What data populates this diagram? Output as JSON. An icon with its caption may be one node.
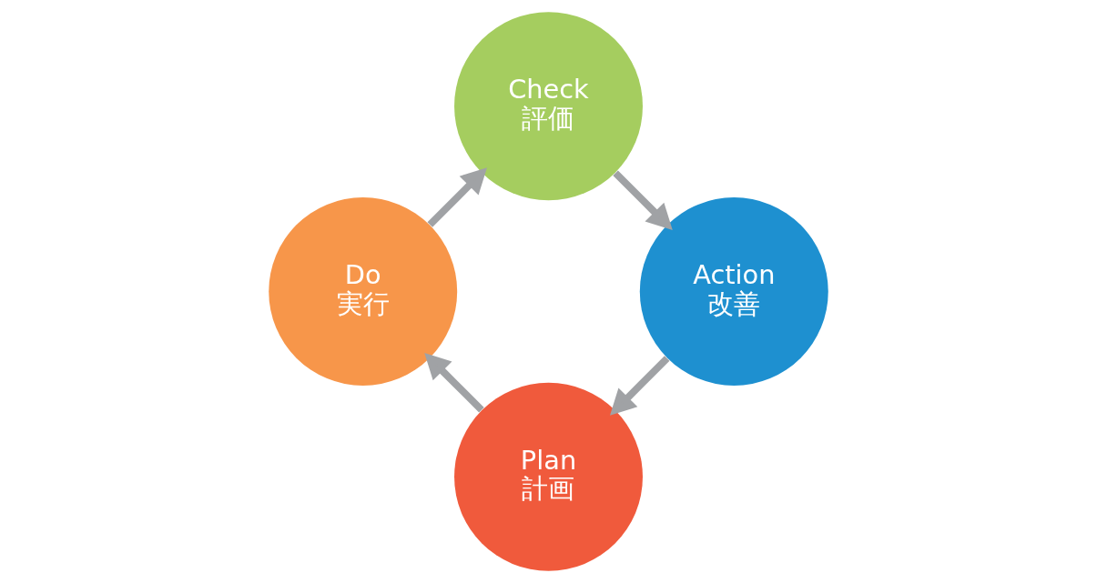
{
  "diagram": {
    "nodes": [
      {
        "text": [
          "Plan",
          "計画"
        ]
      },
      {
        "text": [
          "Do",
          "実行"
        ]
      },
      {
        "text": [
          "Check",
          "評価"
        ]
      },
      {
        "text": [
          "Action",
          "改善"
        ]
      }
    ],
    "edges": [
      {
        "from": 0,
        "to": 1,
        "arrow": "to"
      },
      {
        "from": 1,
        "to": 2,
        "arrow": "to"
      },
      {
        "from": 2,
        "to": 3,
        "arrow": "to"
      },
      {
        "from": 3,
        "to": 0,
        "arrow": "to"
      }
    ]
  }
}
